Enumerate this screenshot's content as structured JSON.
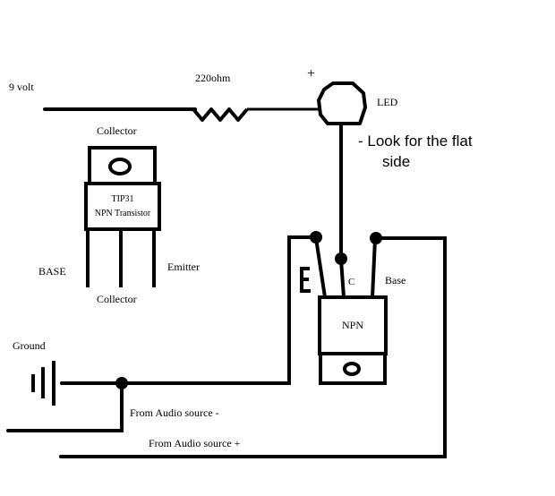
{
  "diagram": {
    "type": "circuit-schematic",
    "labels": {
      "supply": "9 volt",
      "resistor": "220ohm",
      "led_plus": "+",
      "led": "LED",
      "led_note_line1": "- Look for the flat",
      "led_note_line2": "side",
      "pinout_top": "Collector",
      "pinout_part": "TIP31",
      "pinout_type": "NPN Transistor",
      "pinout_base": "BASE",
      "pinout_emitter": "Emitter",
      "pinout_collector": "Collector",
      "ground": "Ground",
      "emitter_letter": "E",
      "collector_letter": "C",
      "base_label": "Base",
      "transistor_body": "NPN",
      "audio_minus": "From Audio source -",
      "audio_plus": "From Audio source +"
    },
    "components": [
      {
        "id": "battery",
        "label": "9 volt"
      },
      {
        "id": "resistor",
        "value": "220ohm"
      },
      {
        "id": "led",
        "label": "LED"
      },
      {
        "id": "transistor",
        "model": "TIP31",
        "type": "NPN"
      },
      {
        "id": "ground",
        "label": "Ground"
      }
    ],
    "colors": {
      "ink": "#000000",
      "background": "#ffffff"
    }
  }
}
